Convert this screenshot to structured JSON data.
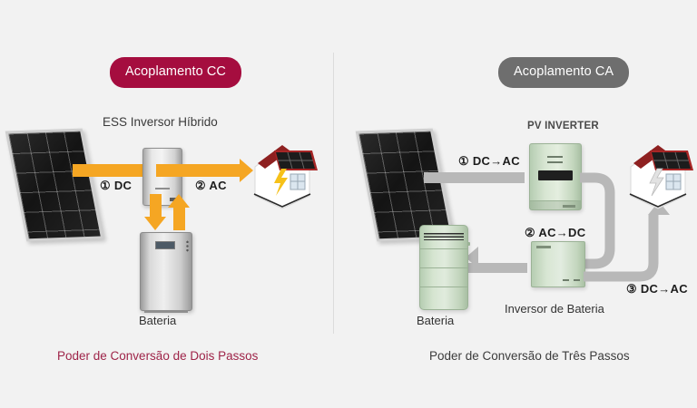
{
  "meta": {
    "background_color": "#f2f2f2",
    "accent_maroon": "#a50d3f",
    "accent_gray": "#6e6e6e",
    "flow_orange": "#f5a623",
    "flow_gray": "#b8b8b8"
  },
  "left_panel": {
    "badge": "Acoplamento CC",
    "heading": "ESS Inversor Híbrido",
    "caption": "Poder de Conversão de Dois Passos",
    "steps": [
      {
        "id": "step-1",
        "label": "① DC"
      },
      {
        "id": "step-2",
        "label": "② AC"
      }
    ],
    "devices": {
      "solar_panel": "solar-panel",
      "inverter": "hybrid-inverter",
      "battery_label": "Bateria",
      "house": "house"
    }
  },
  "right_panel": {
    "badge": "Acoplamento CA",
    "heading": "PV INVERTER",
    "caption": "Poder de Conversão de Três Passos",
    "steps": [
      {
        "id": "step-1",
        "label": "① DC→AC"
      },
      {
        "id": "step-2",
        "label": "② AC→DC"
      },
      {
        "id": "step-3",
        "label": "③ DC→AC"
      }
    ],
    "devices": {
      "solar_panel": "solar-panel",
      "pv_inverter": "pv-inverter",
      "battery_inverter_label": "Inversor de Bateria",
      "battery_label": "Bateria",
      "house": "house"
    }
  }
}
